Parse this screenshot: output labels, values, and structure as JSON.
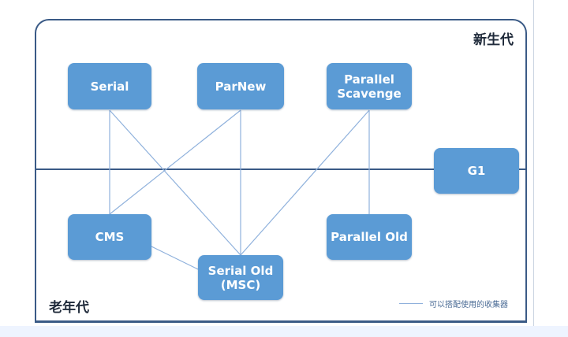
{
  "regions": {
    "young": "新生代",
    "old": "老年代"
  },
  "collectors": {
    "serial": "Serial",
    "parnew": "ParNew",
    "parallel_scavenge": "Parallel\nScavenge",
    "g1": "G1",
    "cms": "CMS",
    "serial_old": "Serial Old\n(MSC)",
    "parallel_old": "Parallel Old"
  },
  "legend": {
    "label": "可以搭配使用的收集器"
  },
  "connections": [
    [
      "Serial",
      "CMS"
    ],
    [
      "Serial",
      "Serial Old (MSC)"
    ],
    [
      "ParNew",
      "CMS"
    ],
    [
      "ParNew",
      "Serial Old (MSC)"
    ],
    [
      "Parallel Scavenge",
      "Serial Old (MSC)"
    ],
    [
      "Parallel Scavenge",
      "Parallel Old"
    ],
    [
      "CMS",
      "Serial Old (MSC)"
    ]
  ],
  "colors": {
    "box": "#5b9bd5",
    "border": "#3a5a86",
    "connector": "#8fb1dc",
    "legend_text": "#4a6b95"
  }
}
